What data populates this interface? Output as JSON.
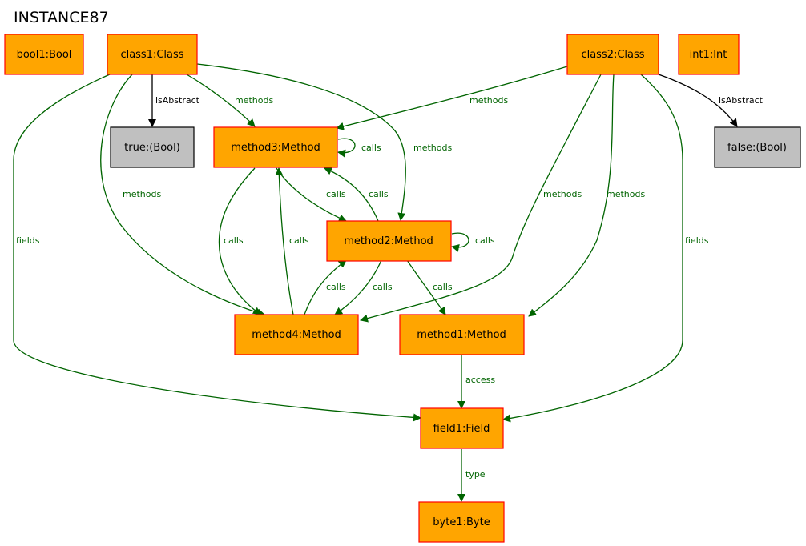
{
  "title": "INSTANCE87",
  "colors": {
    "object_fill": "#FFA500",
    "object_stroke": "#FF0000",
    "value_fill": "#C0C0C0",
    "value_stroke": "#000000",
    "green_edge": "#006400",
    "black_edge": "#000000"
  },
  "nodes": {
    "bool1": "bool1:Bool",
    "class1": "class1:Class",
    "class2": "class2:Class",
    "int1": "int1:Int",
    "true_val": "true:(Bool)",
    "false_val": "false:(Bool)",
    "method3": "method3:Method",
    "method2": "method2:Method",
    "method4": "method4:Method",
    "method1": "method1:Method",
    "field1": "field1:Field",
    "byte1": "byte1:Byte"
  },
  "edges": [
    {
      "from": "class1",
      "to": "true_val",
      "label": "isAbstract"
    },
    {
      "from": "class1",
      "to": "method3",
      "label": "methods"
    },
    {
      "from": "class1",
      "to": "method2",
      "label": "methods"
    },
    {
      "from": "class1",
      "to": "method4",
      "label": "methods"
    },
    {
      "from": "class1",
      "to": "field1",
      "label": "fields"
    },
    {
      "from": "class2",
      "to": "method3",
      "label": "methods"
    },
    {
      "from": "class2",
      "to": "method4",
      "label": "methods"
    },
    {
      "from": "class2",
      "to": "method1",
      "label": "methods"
    },
    {
      "from": "class2",
      "to": "field1",
      "label": "fields"
    },
    {
      "from": "class2",
      "to": "false_val",
      "label": "isAbstract"
    },
    {
      "from": "method3",
      "to": "method3",
      "label": "calls"
    },
    {
      "from": "method3",
      "to": "method2",
      "label": "calls"
    },
    {
      "from": "method3",
      "to": "method4",
      "label": "calls"
    },
    {
      "from": "method2",
      "to": "method3",
      "label": "calls"
    },
    {
      "from": "method2",
      "to": "method2",
      "label": "calls"
    },
    {
      "from": "method2",
      "to": "method4",
      "label": "calls"
    },
    {
      "from": "method2",
      "to": "method1",
      "label": "calls"
    },
    {
      "from": "method4",
      "to": "method3",
      "label": "calls"
    },
    {
      "from": "method4",
      "to": "method2",
      "label": "calls"
    },
    {
      "from": "method1",
      "to": "field1",
      "label": "access"
    },
    {
      "from": "field1",
      "to": "byte1",
      "label": "type"
    }
  ]
}
